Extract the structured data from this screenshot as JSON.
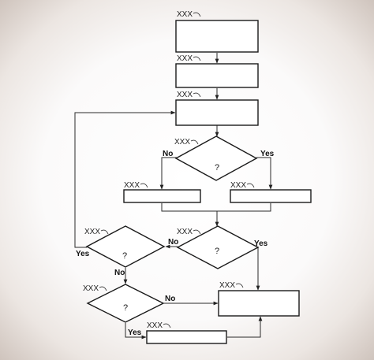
{
  "nodes": {
    "box1": {
      "tag": "XXX"
    },
    "box2": {
      "tag": "XXX"
    },
    "box3": {
      "tag": "XXX"
    },
    "decision1": {
      "tag": "XXX",
      "symbol": "?",
      "no": "No",
      "yes": "Yes"
    },
    "box_left": {
      "tag": "XXX"
    },
    "box_right": {
      "tag": "XXX"
    },
    "decision2": {
      "tag": "XXX",
      "symbol": "?",
      "no": "No",
      "yes": "Yes"
    },
    "decision3": {
      "tag": "XXX",
      "symbol": "?",
      "no": "No",
      "yes": "Yes"
    },
    "decision4": {
      "tag": "XXX",
      "symbol": "?",
      "no": "No",
      "yes": "Yes"
    },
    "box_end": {
      "tag": "XXX"
    },
    "box_bottom": {
      "tag": "XXX"
    }
  }
}
